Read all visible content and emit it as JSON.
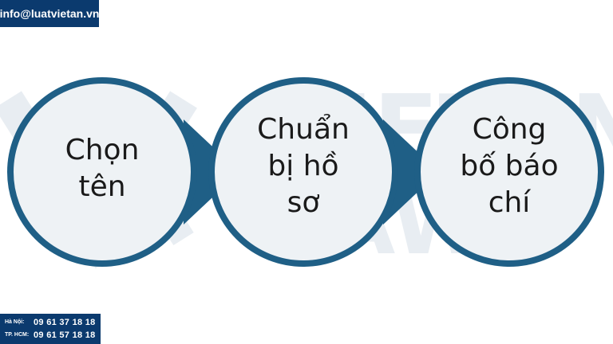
{
  "contact": {
    "email": "info@luatvietan.vn",
    "phones": [
      {
        "city": "Hà Nội:",
        "number": "09 61 37 18 18"
      },
      {
        "city": "TP. HCM:",
        "number": "09 61 57 18 18"
      }
    ]
  },
  "watermark": {
    "line1": "VIETAN",
    "line2": "LAW"
  },
  "steps": [
    {
      "line1": "Chọn",
      "line2": "tên",
      "line3": ""
    },
    {
      "line1": "Chuẩn",
      "line2": "bị hồ",
      "line3": "sơ"
    },
    {
      "line1": "Công",
      "line2": "bố báo",
      "line3": "chí"
    }
  ],
  "colors": {
    "ring": "#1f5f86",
    "fill": "#eef2f5",
    "badge": "#0b3a6e",
    "watermark": "#d7e0e8"
  }
}
